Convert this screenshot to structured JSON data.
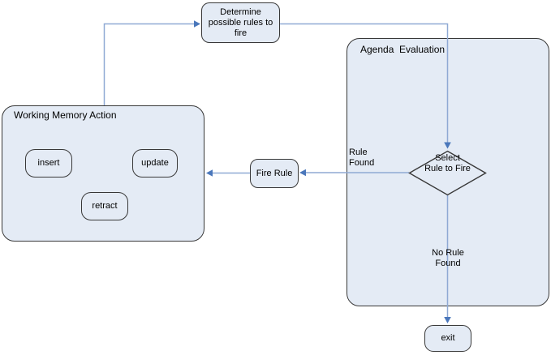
{
  "colors": {
    "canvas_bg": "#ffffff",
    "node_fill": "#e4ebf5",
    "node_border": "#383838",
    "connector": "#8fa9d4",
    "arrowhead": "#4a77bb",
    "text": "#000000"
  },
  "nodes": {
    "determine": {
      "label": "Determine\npossible rules to\nfire"
    },
    "agenda": {
      "title": "Agenda  Evaluation"
    },
    "working_memory": {
      "title": "Working Memory Action",
      "actions": [
        "insert",
        "update",
        "retract"
      ]
    },
    "fire_rule": {
      "label": "Fire Rule"
    },
    "select_rule_to_fire": {
      "label": "Select\nRule to Fire"
    },
    "exit": {
      "label": "exit"
    }
  },
  "edge_labels": {
    "rule_found": "Rule\nFound",
    "no_rule_found": "No Rule\nFound"
  },
  "connectors": [
    {
      "from": "working-memory-action",
      "to": "determine-possible-rules-to-fire"
    },
    {
      "from": "determine-possible-rules-to-fire",
      "to": "select-rule-to-fire"
    },
    {
      "from": "select-rule-to-fire",
      "to": "fire-rule",
      "label": "Rule Found"
    },
    {
      "from": "fire-rule",
      "to": "working-memory-action"
    },
    {
      "from": "select-rule-to-fire",
      "to": "exit",
      "label": "No Rule Found"
    }
  ]
}
